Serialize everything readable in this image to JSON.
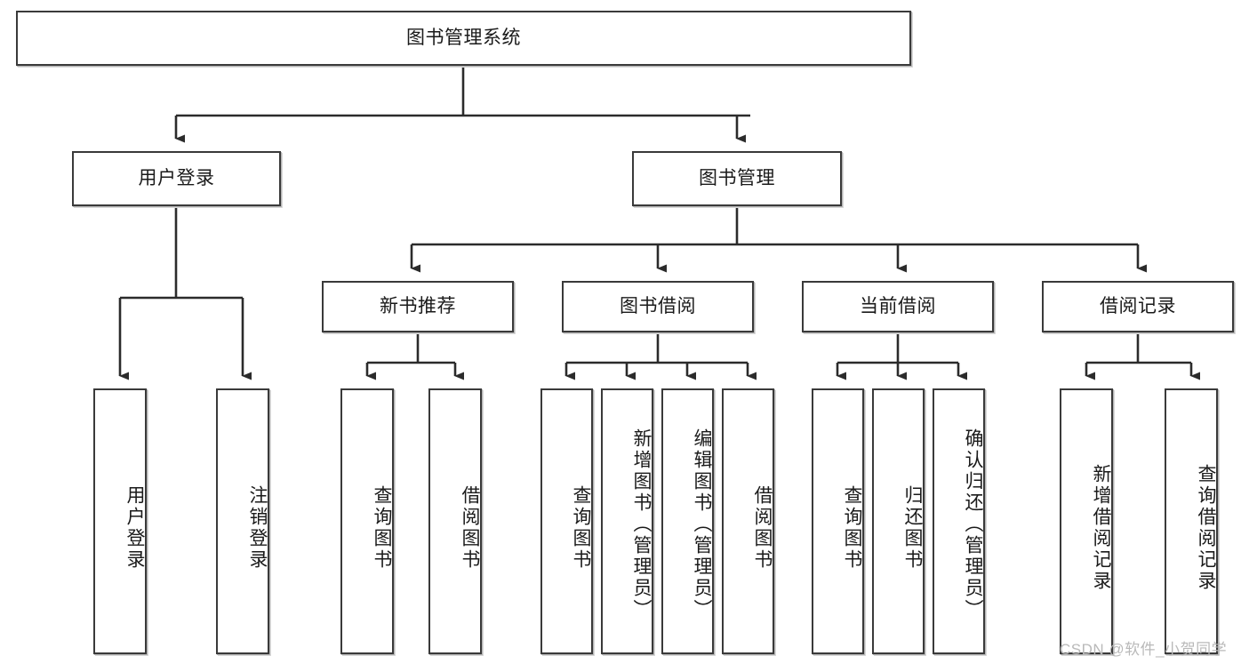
{
  "diagram": {
    "type": "tree-hierarchy-chart",
    "title": "图书管理系统",
    "colors": {
      "box_border": "#3a3a3a",
      "box_fill": "#ffffff",
      "connector": "#2b2b2b",
      "watermark": "#b9b9b9",
      "background": "#ffffff"
    },
    "levels": {
      "level1": [
        {
          "id": "root",
          "label": "图书管理系统"
        }
      ],
      "level2": [
        {
          "id": "login",
          "label": "用户登录",
          "parent": "root"
        },
        {
          "id": "bookmgmt",
          "label": "图书管理",
          "parent": "root"
        }
      ],
      "level3": [
        {
          "id": "newbook",
          "label": "新书推荐",
          "parent": "bookmgmt"
        },
        {
          "id": "borrow",
          "label": "图书借阅",
          "parent": "bookmgmt"
        },
        {
          "id": "current",
          "label": "当前借阅",
          "parent": "bookmgmt"
        },
        {
          "id": "record",
          "label": "借阅记录",
          "parent": "bookmgmt"
        }
      ],
      "level4": [
        {
          "id": "leaf-1",
          "label": "用户登录",
          "parent": "login"
        },
        {
          "id": "leaf-2",
          "label": "注销登录",
          "parent": "login"
        },
        {
          "id": "leaf-3",
          "label": "查询图书",
          "parent": "newbook"
        },
        {
          "id": "leaf-4",
          "label": "借阅图书",
          "parent": "newbook"
        },
        {
          "id": "leaf-5",
          "label": "查询图书",
          "parent": "borrow"
        },
        {
          "id": "leaf-6",
          "label": "新增图书（管理员）",
          "parent": "borrow"
        },
        {
          "id": "leaf-7",
          "label": "编辑图书（管理员）",
          "parent": "borrow"
        },
        {
          "id": "leaf-8",
          "label": "借阅图书",
          "parent": "borrow"
        },
        {
          "id": "leaf-9",
          "label": "查询图书",
          "parent": "current"
        },
        {
          "id": "leaf-10",
          "label": "归还图书",
          "parent": "current"
        },
        {
          "id": "leaf-11",
          "label": "确认归还（管理员）",
          "parent": "current"
        },
        {
          "id": "leaf-12",
          "label": "新增借阅记录",
          "parent": "record"
        },
        {
          "id": "leaf-13",
          "label": "查询借阅记录",
          "parent": "record"
        }
      ]
    }
  },
  "watermark": {
    "text": "CSDN @软件_小贺同学"
  }
}
